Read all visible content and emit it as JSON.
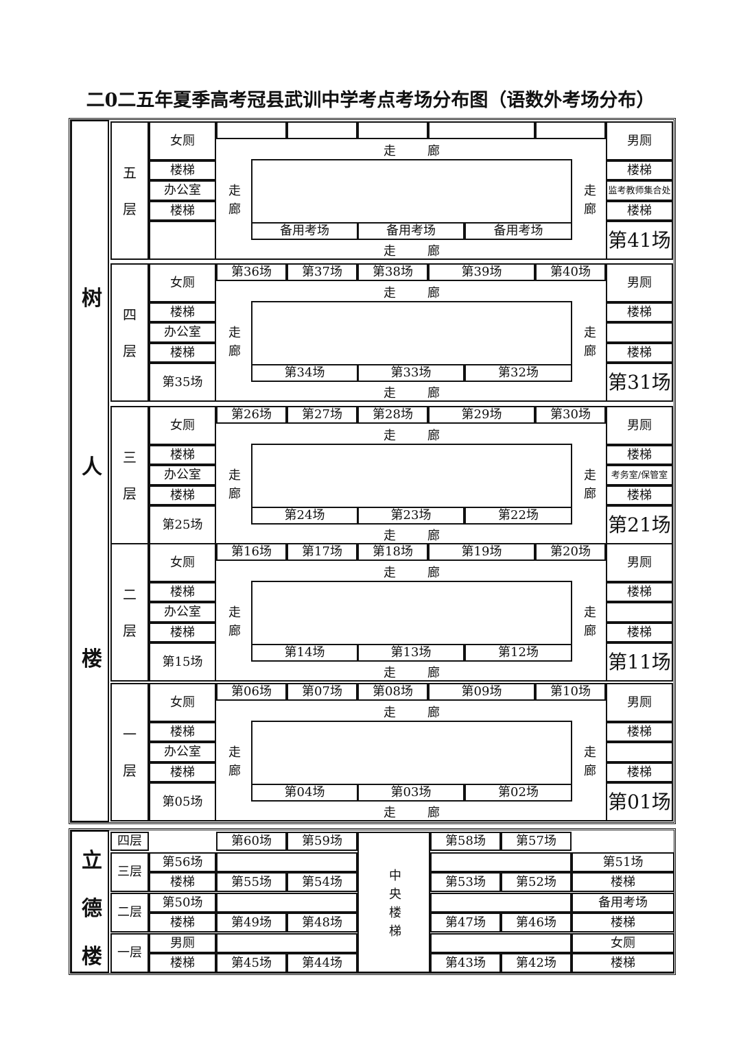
{
  "title": "二0二五年夏季高考冠县武训中学考点考场分布图（语数外考场分布）",
  "labels": {
    "corridor_char1": "走",
    "corridor_char2": "廊",
    "women": "女厕",
    "men": "男厕",
    "stairs": "楼梯",
    "office": "办公室",
    "central_stairs": [
      "中",
      "央",
      "楼",
      "梯"
    ]
  },
  "shuren": {
    "name_chars": [
      "树",
      "人",
      "楼"
    ],
    "floors": [
      {
        "floor_chars": [
          "五",
          "层"
        ],
        "top_rooms": [
          "",
          "",
          "",
          "",
          ""
        ],
        "bottom_rooms": [
          "备用考场",
          "备用考场",
          "备用考场"
        ],
        "left_room": "",
        "right_room": "第41场",
        "right_mid": "监考教师集合处"
      },
      {
        "floor_chars": [
          "四",
          "层"
        ],
        "top_rooms": [
          "第36场",
          "第37场",
          "第38场",
          "第39场",
          "第40场"
        ],
        "bottom_rooms": [
          "第34场",
          "第33场",
          "第32场"
        ],
        "left_room": "第35场",
        "right_room": "第31场",
        "right_mid": ""
      },
      {
        "floor_chars": [
          "三",
          "层"
        ],
        "top_rooms": [
          "第26场",
          "第27场",
          "第28场",
          "第29场",
          "第30场"
        ],
        "bottom_rooms": [
          "第24场",
          "第23场",
          "第22场"
        ],
        "left_room": "第25场",
        "right_room": "第21场",
        "right_mid": "考务室/保管室"
      },
      {
        "floor_chars": [
          "二",
          "层"
        ],
        "top_rooms": [
          "第16场",
          "第17场",
          "第18场",
          "第19场",
          "第20场"
        ],
        "bottom_rooms": [
          "第14场",
          "第13场",
          "第12场"
        ],
        "left_room": "第15场",
        "right_room": "第11场",
        "right_mid": ""
      },
      {
        "floor_chars": [
          "一",
          "层"
        ],
        "top_rooms": [
          "第06场",
          "第07场",
          "第08场",
          "第09场",
          "第10场"
        ],
        "bottom_rooms": [
          "第04场",
          "第03场",
          "第02场"
        ],
        "left_room": "第05场",
        "right_room": "第01场",
        "right_mid": ""
      }
    ]
  },
  "lide": {
    "name_chars": [
      "立",
      "德",
      "楼"
    ],
    "floor4": {
      "label": "四层",
      "left_rooms": [
        "第60场",
        "第59场"
      ],
      "right_rooms": [
        "第58场",
        "第57场"
      ]
    },
    "floor3": {
      "label": "三层",
      "a1": "第56场",
      "a2": "楼梯",
      "l1": "第55场",
      "l2": "第54场",
      "r1": "第53场",
      "r2": "第52场",
      "e1": "第51场",
      "e2": "楼梯"
    },
    "floor2": {
      "label": "二层",
      "a1": "第50场",
      "a2": "楼梯",
      "l1": "第49场",
      "l2": "第48场",
      "r1": "第47场",
      "r2": "第46场",
      "e1": "备用考场",
      "e2": "楼梯"
    },
    "floor1": {
      "label": "一层",
      "a1": "男厕",
      "a2": "楼梯",
      "l1": "第45场",
      "l2": "第44场",
      "r1": "第43场",
      "r2": "第42场",
      "e1": "女厕",
      "e2": "楼梯"
    }
  }
}
